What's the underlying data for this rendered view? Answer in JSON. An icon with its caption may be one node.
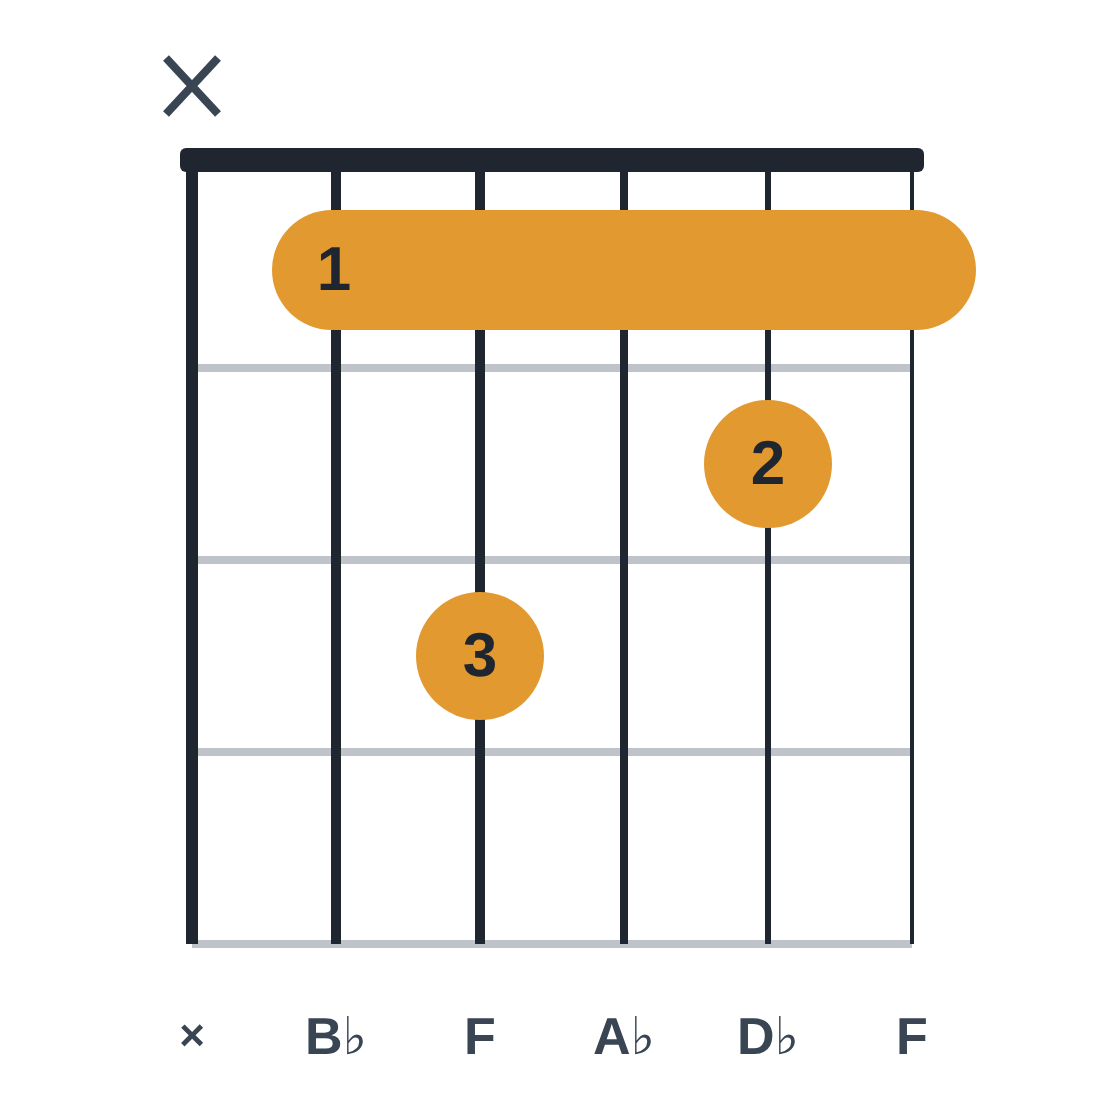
{
  "diagram": {
    "nodes": [
      {
        "text": [
          "1"
        ]
      },
      {
        "text": [
          "2"
        ]
      },
      {
        "text": [
          "3"
        ]
      }
    ],
    "edges": [],
    "labels": [
      "×",
      "**B**♭",
      "F",
      "**A**♭",
      "**D**♭",
      "F"
    ]
  }
}
